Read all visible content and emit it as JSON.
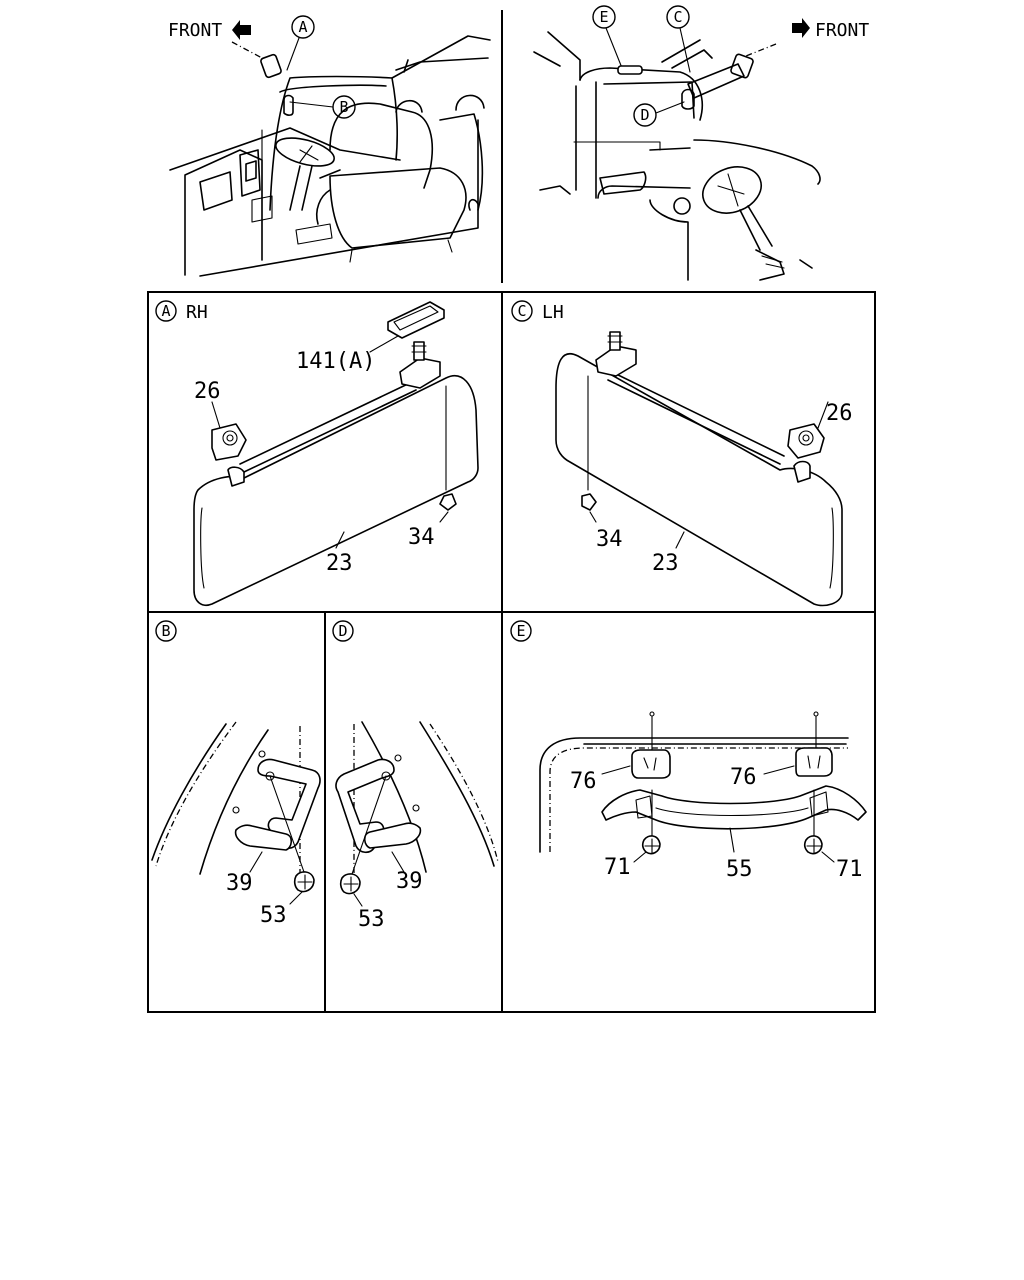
{
  "overview_left": {
    "front_label": "FRONT",
    "callout_a": "A",
    "callout_b": "B"
  },
  "overview_right": {
    "front_label": "FRONT",
    "callout_e": "E",
    "callout_c": "C",
    "callout_d": "D"
  },
  "panel_a": {
    "letter": "A",
    "side": "RH",
    "parts": {
      "p141": "141(A)",
      "p26": "26",
      "p34": "34",
      "p23": "23"
    }
  },
  "panel_c": {
    "letter": "C",
    "side": "LH",
    "parts": {
      "p26": "26",
      "p34": "34",
      "p23": "23"
    }
  },
  "panel_b": {
    "letter": "B",
    "parts": {
      "p39": "39",
      "p53": "53"
    }
  },
  "panel_d": {
    "letter": "D",
    "parts": {
      "p39": "39",
      "p53": "53"
    }
  },
  "panel_e": {
    "letter": "E",
    "parts": {
      "p76_left": "76",
      "p76_right": "76",
      "p71_left": "71",
      "p71_right": "71",
      "p55": "55"
    }
  }
}
